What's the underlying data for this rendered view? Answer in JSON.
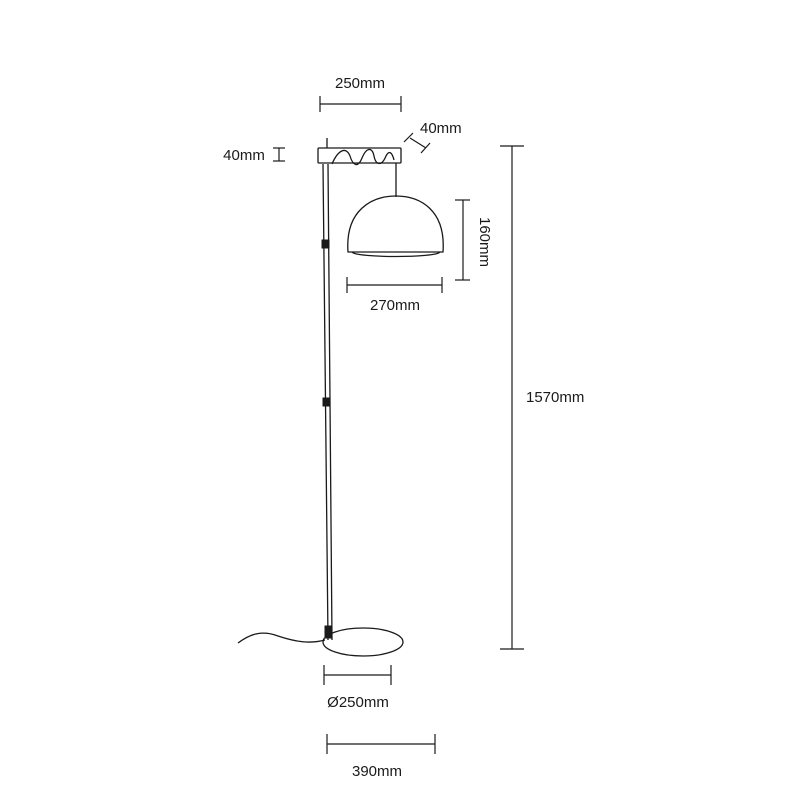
{
  "dimensions": {
    "arm_width": "250mm",
    "arm_depth": "40mm",
    "arm_height": "40mm",
    "shade_height": "160mm",
    "shade_width": "270mm",
    "total_height": "1570mm",
    "base_diameter": "Ø250mm",
    "total_footprint": "390mm"
  }
}
